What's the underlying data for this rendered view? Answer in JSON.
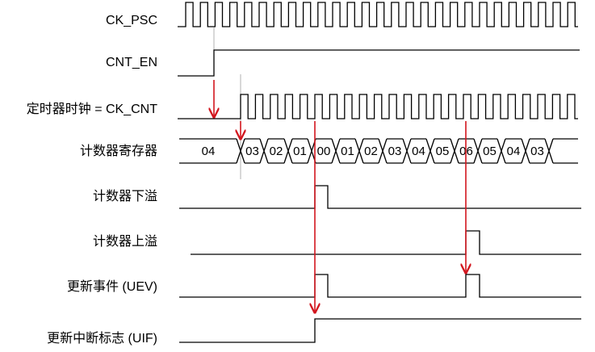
{
  "signals": [
    {
      "id": "ck_psc",
      "label": "CK_PSC"
    },
    {
      "id": "cnt_en",
      "label": "CNT_EN"
    },
    {
      "id": "ck_cnt",
      "label": "定时器时钟 = CK_CNT"
    },
    {
      "id": "counter",
      "label": "计数器寄存器"
    },
    {
      "id": "underflow",
      "label": "计数器下溢"
    },
    {
      "id": "overflow",
      "label": "计数器上溢"
    },
    {
      "id": "uev",
      "label": "更新事件 (UEV)"
    },
    {
      "id": "uif",
      "label": "更新中断标志 (UIF)"
    }
  ],
  "counter_values": [
    "04",
    "03",
    "02",
    "01",
    "00",
    "01",
    "02",
    "03",
    "04",
    "05",
    "06",
    "05",
    "04",
    "03"
  ],
  "colors": {
    "signal": "#000000",
    "arrow": "#d2161e",
    "guide": "#b0b0b0"
  }
}
